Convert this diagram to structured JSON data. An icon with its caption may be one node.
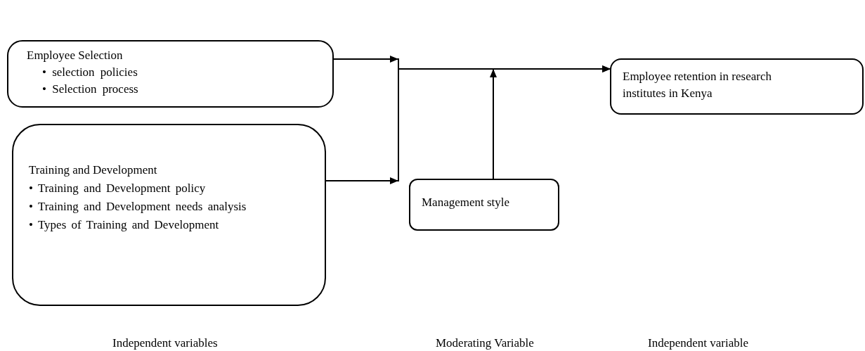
{
  "diagram": {
    "nodes": [
      {
        "text": [
          "Employee Selection",
          "• selection policies",
          "• Selection process"
        ]
      },
      {
        "text": [
          "Training and Development",
          "• Training and Development policy",
          "• Training and Development needs analysis",
          "• Types of Training and Development"
        ]
      },
      {
        "text": [
          "Management style"
        ]
      },
      {
        "text": [
          "Employee retention in research institutes in Kenya"
        ]
      }
    ],
    "edges": [
      {
        "from": 0,
        "to": 3,
        "arrow": "to"
      },
      {
        "from": 1,
        "to": 3,
        "arrow": "to"
      },
      {
        "from": 2,
        "to": null,
        "arrow": "to"
      }
    ],
    "labels": [
      "Independent variables",
      "Moderating Variable",
      "Independent variable"
    ]
  }
}
